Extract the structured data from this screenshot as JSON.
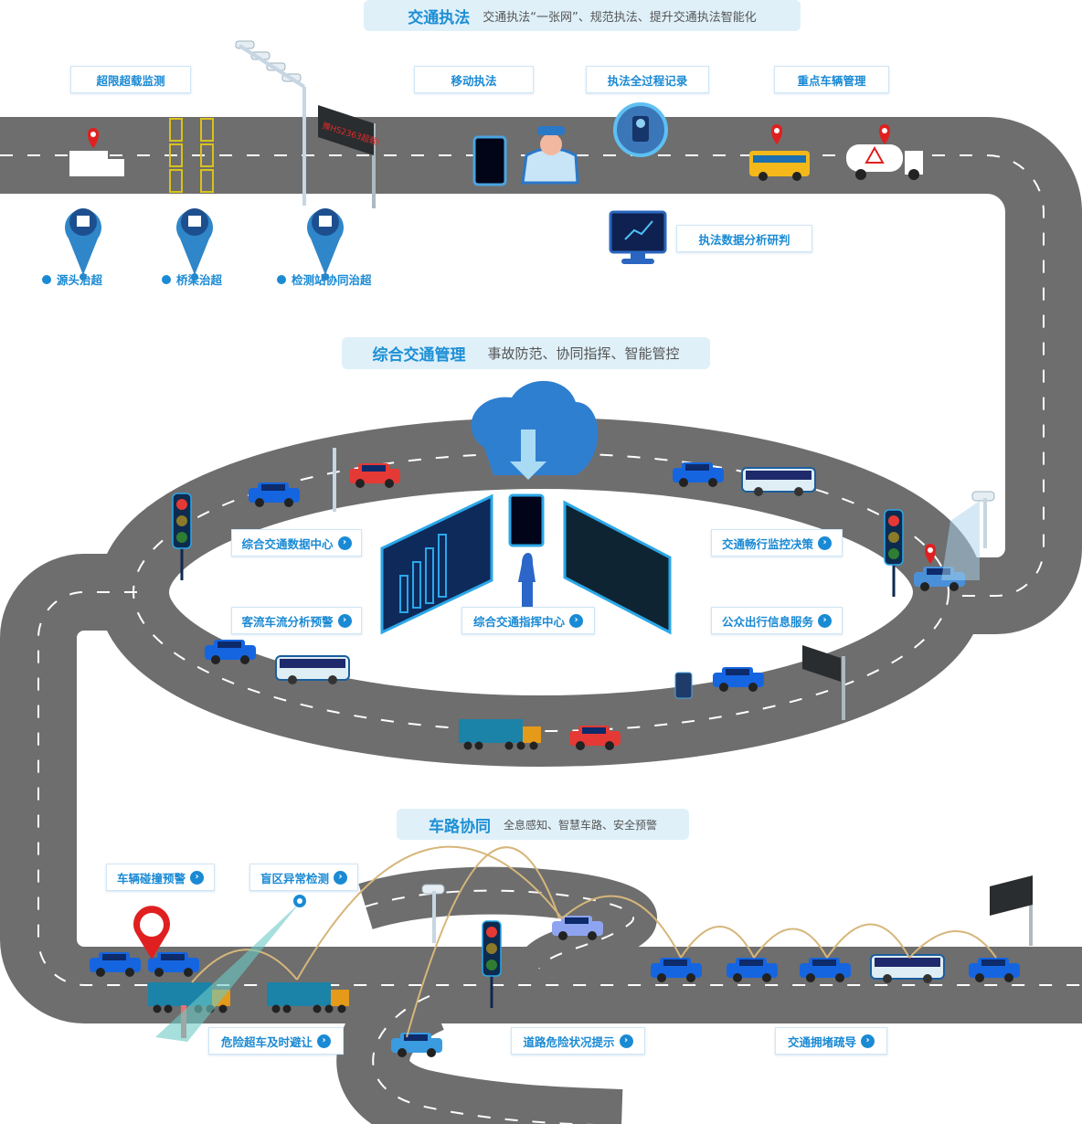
{
  "sections": {
    "enforcement": {
      "title": "交通执法",
      "subtitle": "交通执法“一张网”、规范执法、提升交通执法智能化",
      "labels": [
        "超限超载监测",
        "移动执法",
        "执法全过程记录",
        "重点车辆管理",
        "执法数据分析研判"
      ],
      "pins": [
        "源头治超",
        "桥梁治超",
        "检测站协同治超"
      ],
      "sign_text": "豫HS2363超载!"
    },
    "management": {
      "title": "综合交通管理",
      "subtitle": "事故防范、协同指挥、智能管控",
      "labels": [
        "综合交通数据中心",
        "客流车流分析预警",
        "综合交通指挥中心",
        "交通畅行监控决策",
        "公众出行信息服务"
      ]
    },
    "cooperation": {
      "title": "车路协同",
      "subtitle": "全息感知、智慧车路、安全预警",
      "labels": [
        "车辆碰撞预警",
        "盲区异常检测",
        "危险超车及时避让",
        "道路危险状况提示",
        "交通拥堵疏导"
      ]
    }
  },
  "colors": {
    "road": "#6e6e6e",
    "accent": "#1a8ad4",
    "banner_bg": "#dff0f9",
    "car_blue": "#1565e0",
    "car_red": "#e53935",
    "pin_red": "#e02020"
  },
  "icons": {
    "label_arrow": "chevron-right-circle-icon",
    "pin": "map-pin-icon",
    "cloud": "cloud-download-icon"
  }
}
